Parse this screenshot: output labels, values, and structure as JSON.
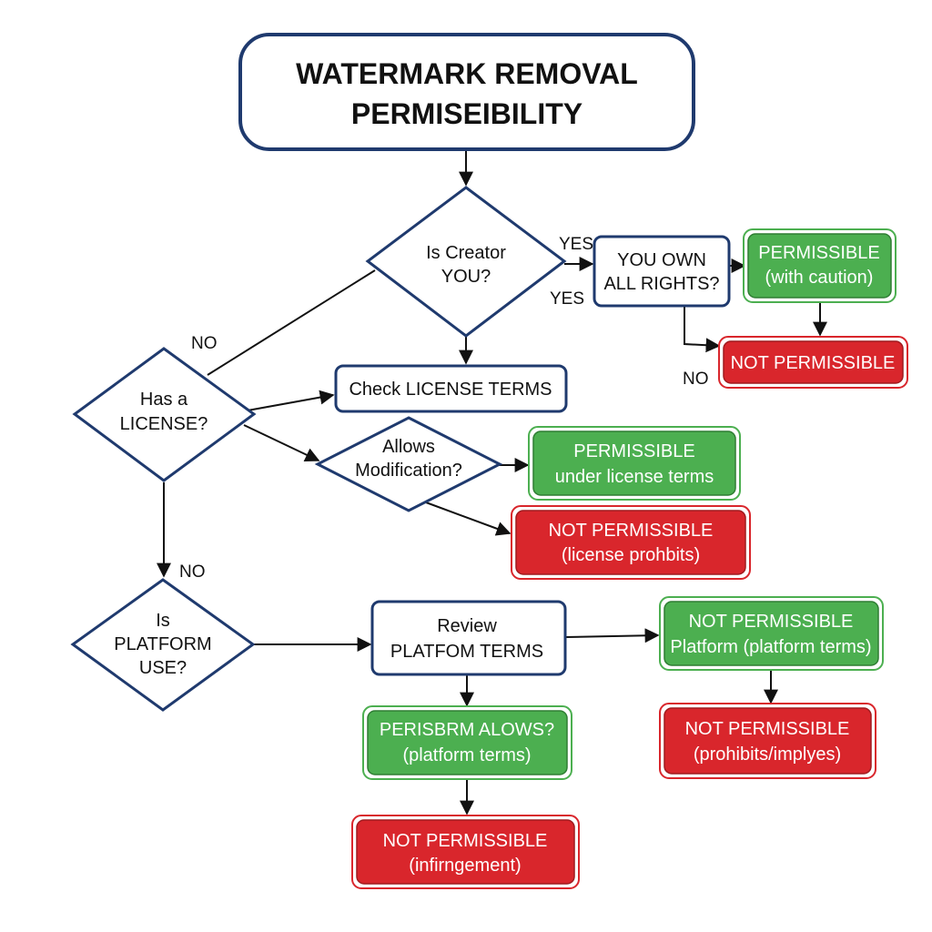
{
  "colors": {
    "navy": "#1f3a6e",
    "green_fill": "#4caf50",
    "green_border": "#2e7d32",
    "red_fill": "#d9262c",
    "red_border": "#a01a1e",
    "text_dark": "#111111",
    "text_light": "#ffffff",
    "arrow": "#111111"
  },
  "title": {
    "line1": "WATERMARK REMOVAL",
    "line2": "PERMISEIBILITY"
  },
  "nodes": {
    "creator": {
      "line1": "Is Creator",
      "line2": "YOU?"
    },
    "own_rights": {
      "line1": "YOU OWN",
      "line2": "ALL RIGHTS?"
    },
    "perm_caution": {
      "line1": "PERMISSIBLE",
      "line2": "(with caution)"
    },
    "not_perm_top": {
      "line1": "NOT PERMISSIBLE"
    },
    "has_license": {
      "line1": "Has a",
      "line2": "LICENSE?"
    },
    "check_license": {
      "line1": "Check LICENSE TERMS"
    },
    "allows_mod": {
      "line1": "Allows",
      "line2": "Modification?"
    },
    "perm_license": {
      "line1": "PERMISSIBLE",
      "line2": "under license terms"
    },
    "not_perm_license": {
      "line1": "NOT PERMISSIBLE",
      "line2": "(license prohbits)"
    },
    "platform_use": {
      "line1": "Is",
      "line2": "PLATFORM",
      "line3": "USE?"
    },
    "review_platform": {
      "line1": "Review",
      "line2": "PLATFOM TERMS"
    },
    "not_perm_platform": {
      "line1": "NOT PERMISSIBLE",
      "line2": "Platform (platform terms)"
    },
    "platform_allows": {
      "line1": "PERISBRM ALOWS?",
      "line2": "(platform terms)"
    },
    "not_perm_implies": {
      "line1": "NOT PERMISSIBLE",
      "line2": "(prohibits/implyes)"
    },
    "not_perm_infringe": {
      "line1": "NOT PERMISSIBLE",
      "line2": "(infirngement)"
    }
  },
  "edge_labels": {
    "yes_upper": "YES",
    "yes_lower": "YES",
    "no_creator": "NO",
    "no_rights": "NO",
    "no_license": "NO"
  }
}
